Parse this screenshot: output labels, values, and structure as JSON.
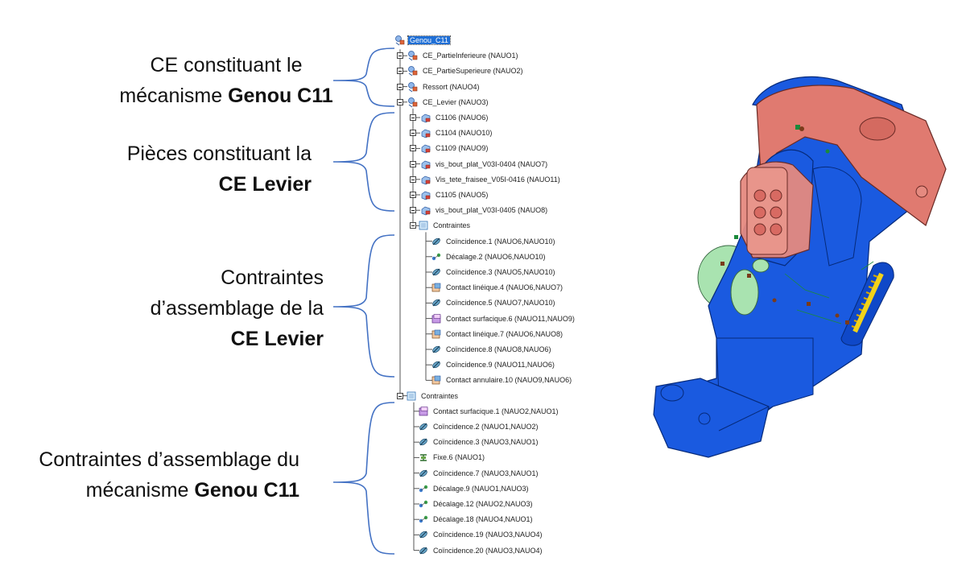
{
  "annotations": [
    {
      "id": "ce-mecanisme",
      "lines": [
        [
          "CE constituant le"
        ],
        [
          "mécanisme ",
          "Genou C11"
        ]
      ]
    },
    {
      "id": "pieces-levier",
      "lines": [
        [
          "Pièces constituant la"
        ],
        [
          "",
          "CE Levier"
        ]
      ]
    },
    {
      "id": "contraintes-levier",
      "lines": [
        [
          "Contraintes"
        ],
        [
          "d’assemblage de la"
        ],
        [
          "",
          "CE Levier"
        ]
      ]
    },
    {
      "id": "contraintes-genou",
      "lines": [
        [
          "Contraintes d’assemblage du"
        ],
        [
          "mécanisme ",
          "Genou C11"
        ]
      ]
    }
  ],
  "tree": {
    "root": "Genou_C11",
    "components": [
      "CE_PartieInferieure (NAUO1)",
      "CE_PartieSuperieure (NAUO2)",
      "Ressort (NAUO4)",
      "CE_Levier (NAUO3)"
    ],
    "levier_parts": [
      "C1106 (NAUO6)",
      "C1104 (NAUO10)",
      "C1109 (NAUO9)",
      "vis_bout_plat_V03I-0404 (NAUO7)",
      "Vis_tete_fraisee_V05I-0416 (NAUO11)",
      "C1105 (NAUO5)",
      "vis_bout_plat_V03I-0405 (NAUO8)"
    ],
    "levier_constraints_folder": "Contraintes",
    "levier_constraints": [
      {
        "label": "Coïncidence.1 (NAUO6,NAUO10)",
        "icon": "coincidence-icon"
      },
      {
        "label": "Décalage.2 (NAUO6,NAUO10)",
        "icon": "offset-icon"
      },
      {
        "label": "Coïncidence.3 (NAUO5,NAUO10)",
        "icon": "coincidence-icon"
      },
      {
        "label": "Contact linéique.4 (NAUO6,NAUO7)",
        "icon": "contact-icon"
      },
      {
        "label": "Coïncidence.5 (NAUO7,NAUO10)",
        "icon": "coincidence-icon"
      },
      {
        "label": "Contact surfacique.6 (NAUO11,NAUO9)",
        "icon": "surface-contact-icon"
      },
      {
        "label": "Contact linéique.7 (NAUO6,NAUO8)",
        "icon": "contact-icon"
      },
      {
        "label": "Coïncidence.8 (NAUO8,NAUO6)",
        "icon": "coincidence-icon"
      },
      {
        "label": "Coïncidence.9 (NAUO11,NAUO6)",
        "icon": "coincidence-icon"
      },
      {
        "label": "Contact annulaire.10 (NAUO9,NAUO6)",
        "icon": "contact-icon"
      }
    ],
    "genou_constraints_folder": "Contraintes",
    "genou_constraints": [
      {
        "label": "Contact surfacique.1 (NAUO2,NAUO1)",
        "icon": "surface-contact-icon"
      },
      {
        "label": "Coïncidence.2 (NAUO1,NAUO2)",
        "icon": "coincidence-icon"
      },
      {
        "label": "Coïncidence.3 (NAUO3,NAUO1)",
        "icon": "coincidence-icon"
      },
      {
        "label": "Fixe.6 (NAUO1)",
        "icon": "anchor-icon"
      },
      {
        "label": "Coïncidence.7 (NAUO3,NAUO1)",
        "icon": "coincidence-icon"
      },
      {
        "label": "Décalage.9 (NAUO1,NAUO3)",
        "icon": "offset-icon"
      },
      {
        "label": "Décalage.12 (NAUO2,NAUO3)",
        "icon": "offset-icon"
      },
      {
        "label": "Décalage.18 (NAUO4,NAUO1)",
        "icon": "offset-icon"
      },
      {
        "label": "Coïncidence.19 (NAUO3,NAUO4)",
        "icon": "coincidence-icon"
      },
      {
        "label": "Coïncidence.20 (NAUO3,NAUO4)",
        "icon": "coincidence-icon"
      }
    ]
  },
  "colors": {
    "brace": "#4472c4",
    "model_blue": "#1a5ae0",
    "model_red": "#e07a70",
    "model_green": "#a9e3b0",
    "spring_yellow": "#f2d21a",
    "selection": "#1f6fd6"
  }
}
